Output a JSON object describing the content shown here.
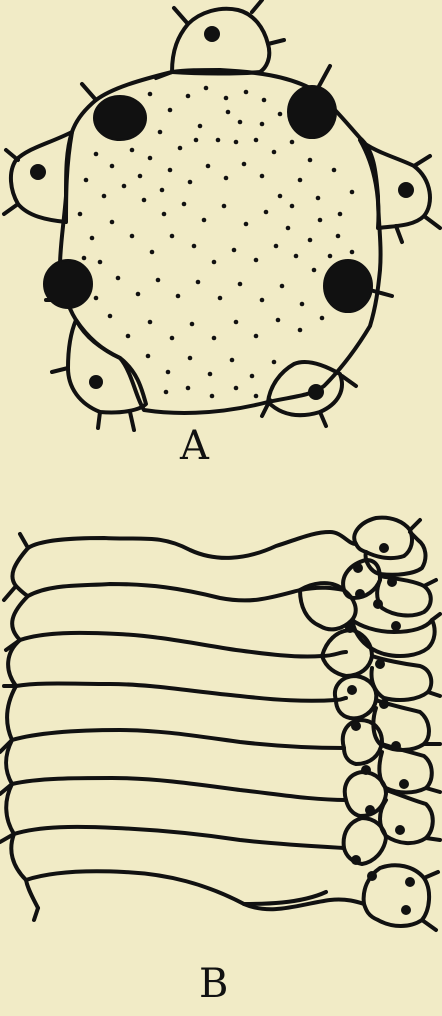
{
  "figure": {
    "background": "#f1ebc6",
    "ink": "#111111",
    "panel_a": {
      "label": "A",
      "dark_guard_cells": 4,
      "light_peripheral_cells": 5
    },
    "panel_b": {
      "label": "B",
      "long_cells": 8,
      "small_cells": 15
    }
  }
}
